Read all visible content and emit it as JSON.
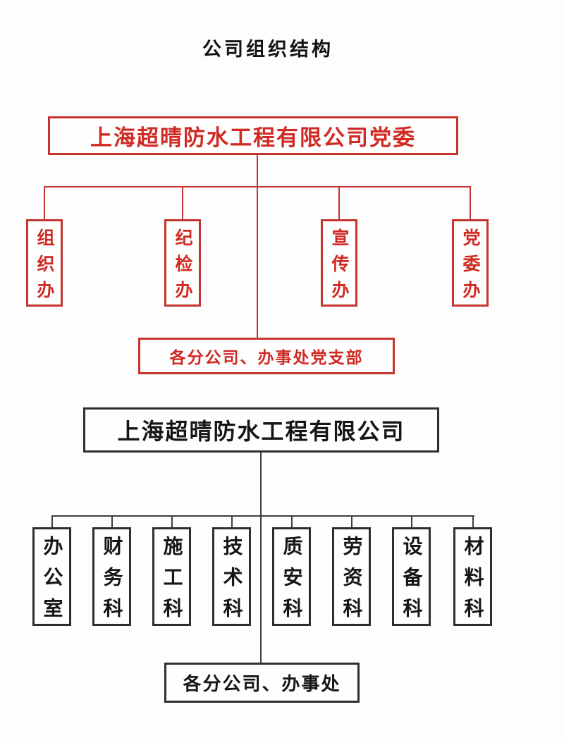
{
  "page_title": "公司组织结构",
  "party_org": {
    "accent_color": "#c5342f",
    "text_color": "#d02a24",
    "root_label": "上海超晴防水工程有限公司党委",
    "offices": [
      "组织办",
      "纪检办",
      "宣传办",
      "党委办"
    ],
    "branch_label": "各分公司、办事处党支部"
  },
  "company_org": {
    "box_color": "#2e2e2e",
    "line_color": "#3f3f3f",
    "root_label": "上海超晴防水工程有限公司",
    "departments": [
      "办公室",
      "财务科",
      "施工科",
      "技术科",
      "质安科",
      "劳资科",
      "设备科",
      "材料科"
    ],
    "branch_label": "各分公司、办事处"
  }
}
